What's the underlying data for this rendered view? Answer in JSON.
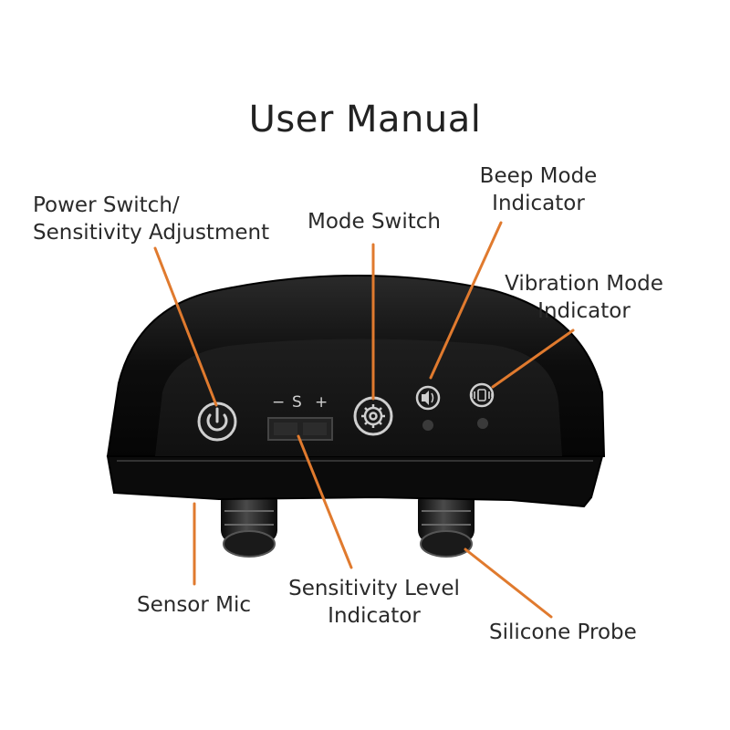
{
  "title": "User Manual",
  "device": {
    "sensitivity_controls": {
      "minus": "−",
      "s": "S",
      "plus": "+"
    },
    "icons": [
      "power-icon",
      "gear-icon",
      "speaker-icon",
      "vibration-icon"
    ]
  },
  "callouts": {
    "power": {
      "line1": "Power Switch/",
      "line2": "Sensitivity Adjustment"
    },
    "mode": {
      "line1": "Mode Switch"
    },
    "beep": {
      "line1": "Beep Mode",
      "line2": "Indicator"
    },
    "vibration": {
      "line1": "Vibration Mode",
      "line2": "Indicator"
    },
    "sensor": {
      "line1": "Sensor Mic"
    },
    "level": {
      "line1": "Sensitivity Level",
      "line2": "Indicator"
    },
    "probe": {
      "line1": "Silicone Probe"
    }
  },
  "colors": {
    "callout_line": "#e07a2e",
    "device_body": "#111111",
    "icon_ring": "#c9c9c9"
  }
}
